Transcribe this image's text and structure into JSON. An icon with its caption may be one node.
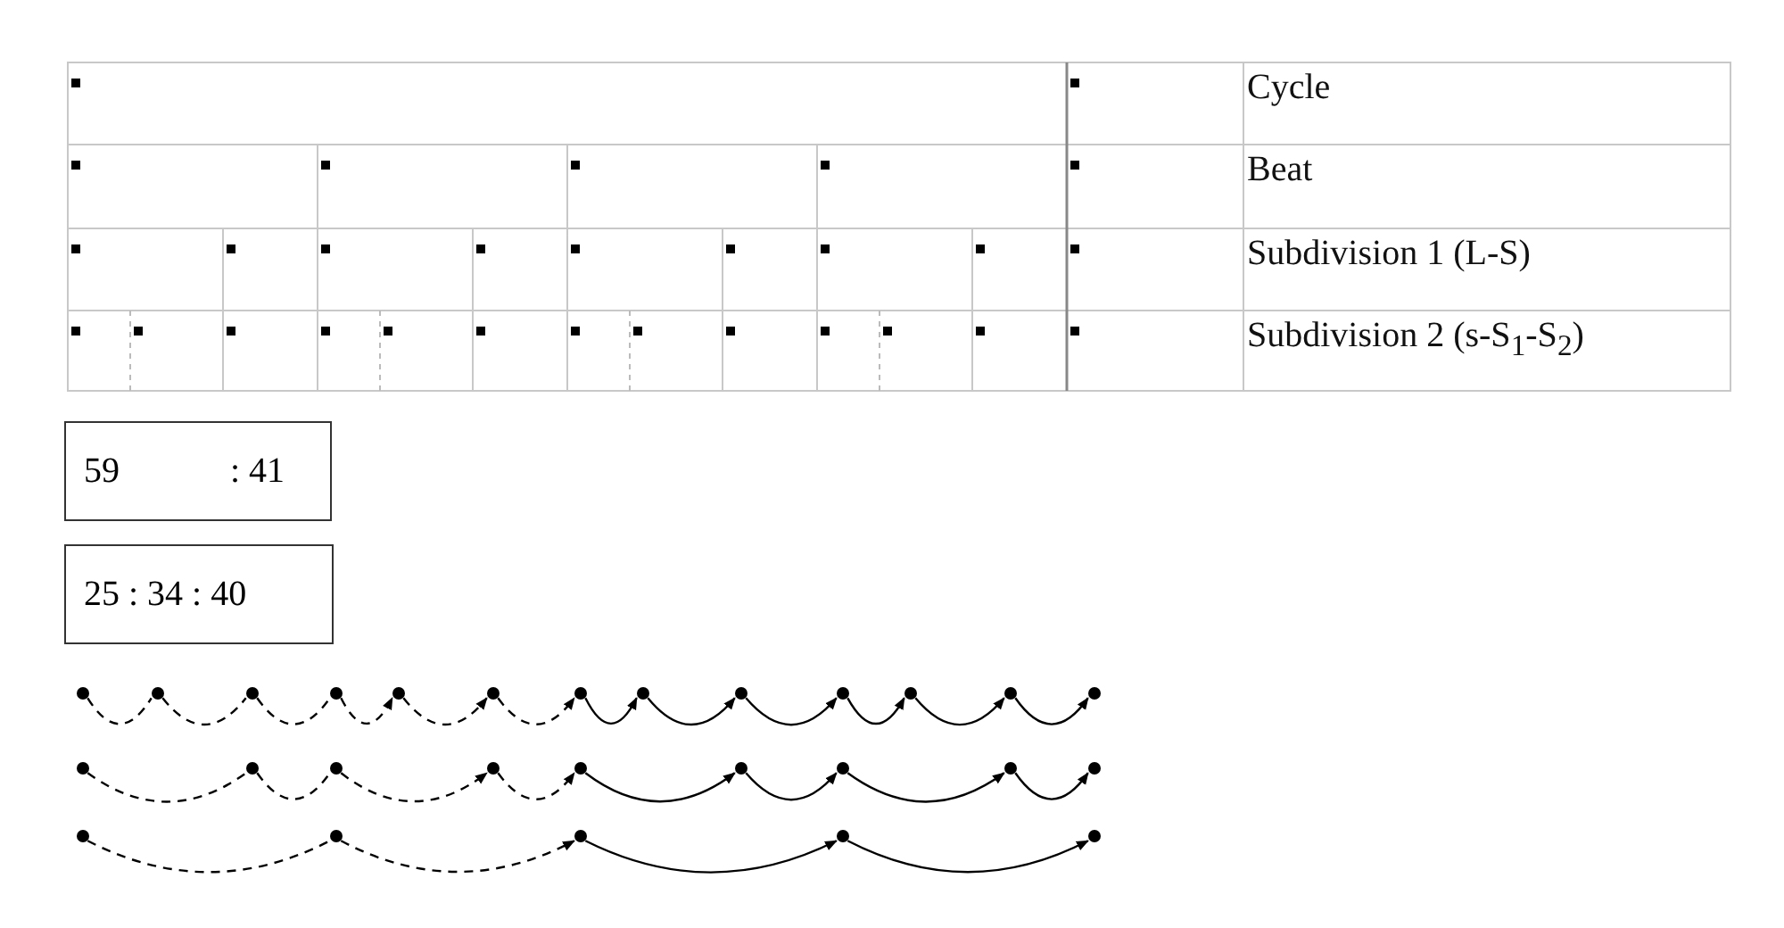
{
  "diagram": {
    "nodes": [
      {
        "text": [
          "59",
          ": 41"
        ]
      },
      {
        "text": [
          "25 : 34  : 40"
        ]
      },
      {
        "text": [],
        "shape": "circle"
      },
      {
        "text": [],
        "shape": "circle"
      },
      {
        "text": [],
        "shape": "circle"
      },
      {
        "text": [],
        "shape": "circle"
      },
      {
        "text": [],
        "shape": "circle"
      },
      {
        "text": [],
        "shape": "circle"
      },
      {
        "text": [],
        "shape": "circle"
      },
      {
        "text": [],
        "shape": "circle"
      },
      {
        "text": [],
        "shape": "circle"
      },
      {
        "text": [],
        "shape": "circle"
      },
      {
        "text": [],
        "shape": "circle"
      },
      {
        "text": [],
        "shape": "circle"
      },
      {
        "text": [],
        "shape": "circle"
      },
      {
        "text": [],
        "shape": "circle"
      },
      {
        "text": [],
        "shape": "circle"
      },
      {
        "text": [],
        "shape": "circle"
      },
      {
        "text": [],
        "shape": "circle"
      },
      {
        "text": [],
        "shape": "circle"
      },
      {
        "text": [],
        "shape": "circle"
      },
      {
        "text": [],
        "shape": "circle"
      },
      {
        "text": [],
        "shape": "circle"
      },
      {
        "text": [],
        "shape": "circle"
      },
      {
        "text": [],
        "shape": "circle"
      },
      {
        "text": [],
        "shape": "circle"
      },
      {
        "text": [],
        "shape": "circle"
      },
      {
        "text": [],
        "shape": "circle"
      },
      {
        "text": [],
        "shape": "circle"
      }
    ],
    "edges": [
      {
        "from": 2,
        "to": 3,
        "arrow": "none",
        "style": "dashed"
      },
      {
        "from": 3,
        "to": 4,
        "arrow": "none",
        "style": "dashed"
      },
      {
        "from": 4,
        "to": 5,
        "arrow": "none",
        "style": "dashed"
      },
      {
        "from": 5,
        "to": 6,
        "arrow": "to",
        "style": "dashed"
      },
      {
        "from": 6,
        "to": 7,
        "arrow": "to",
        "style": "dashed"
      },
      {
        "from": 7,
        "to": 8,
        "arrow": "to",
        "style": "dashed"
      },
      {
        "from": 8,
        "to": 9,
        "arrow": "to"
      },
      {
        "from": 9,
        "to": 10,
        "arrow": "to"
      },
      {
        "from": 10,
        "to": 11,
        "arrow": "to"
      },
      {
        "from": 11,
        "to": 12,
        "arrow": "to"
      },
      {
        "from": 12,
        "to": 13,
        "arrow": "to"
      },
      {
        "from": 13,
        "to": 14,
        "arrow": "to"
      },
      {
        "from": 15,
        "to": 16,
        "arrow": "none",
        "style": "dashed"
      },
      {
        "from": 16,
        "to": 17,
        "arrow": "none",
        "style": "dashed"
      },
      {
        "from": 17,
        "to": 18,
        "arrow": "to",
        "style": "dashed"
      },
      {
        "from": 18,
        "to": 19,
        "arrow": "to",
        "style": "dashed"
      },
      {
        "from": 19,
        "to": 20,
        "arrow": "to"
      },
      {
        "from": 20,
        "to": 21,
        "arrow": "to"
      },
      {
        "from": 21,
        "to": 22,
        "arrow": "to"
      },
      {
        "from": 22,
        "to": 23,
        "arrow": "to"
      },
      {
        "from": 24,
        "to": 25,
        "arrow": "none",
        "style": "dashed"
      },
      {
        "from": 25,
        "to": 26,
        "arrow": "to",
        "style": "dashed"
      },
      {
        "from": 26,
        "to": 27,
        "arrow": "to"
      },
      {
        "from": 27,
        "to": 28,
        "arrow": "to"
      }
    ],
    "labels": [
      "Cycle",
      "Beat",
      "Subdivision 1 (L-S)",
      "Subdivision 2 (s-S$_{1}$-S$_{2}$)"
    ]
  }
}
